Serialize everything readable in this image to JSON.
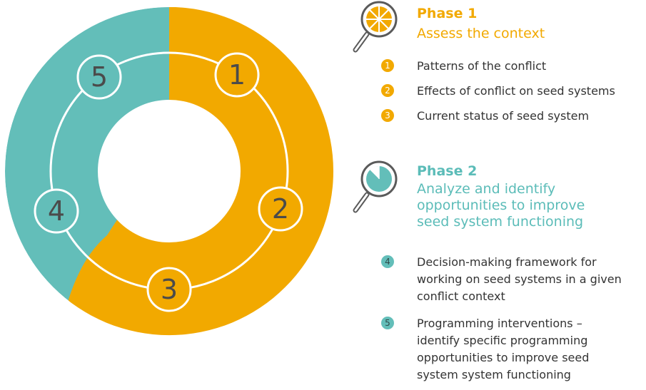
{
  "diagram": {
    "colors": {
      "phase1": "#F2A900",
      "phase2": "#63BEB9",
      "ring_line": "#FFFFFF",
      "number": "#4B4B4B"
    },
    "ring_numbers": [
      "1",
      "2",
      "3",
      "4",
      "5"
    ]
  },
  "phase1": {
    "icon": "magnifier-orange-slice-icon",
    "title": "Phase 1",
    "subtitle": "Assess the context",
    "steps": [
      {
        "num": "1",
        "text": "Patterns of the conflict"
      },
      {
        "num": "2",
        "text": "Effects of conflict on seed systems"
      },
      {
        "num": "3",
        "text": "Current status of seed system"
      }
    ]
  },
  "phase2": {
    "icon": "magnifier-pie-chart-icon",
    "title": "Phase 2",
    "subtitle_lines": [
      "Analyze and identify",
      "opportunities to improve",
      "seed system functioning"
    ],
    "steps": [
      {
        "num": "4",
        "text": "Decision-making framework for working on seed systems in a given conflict context"
      },
      {
        "num": "5",
        "text": "Programming interventions – identify specific programming opportunities to improve seed system system functioning"
      }
    ]
  }
}
